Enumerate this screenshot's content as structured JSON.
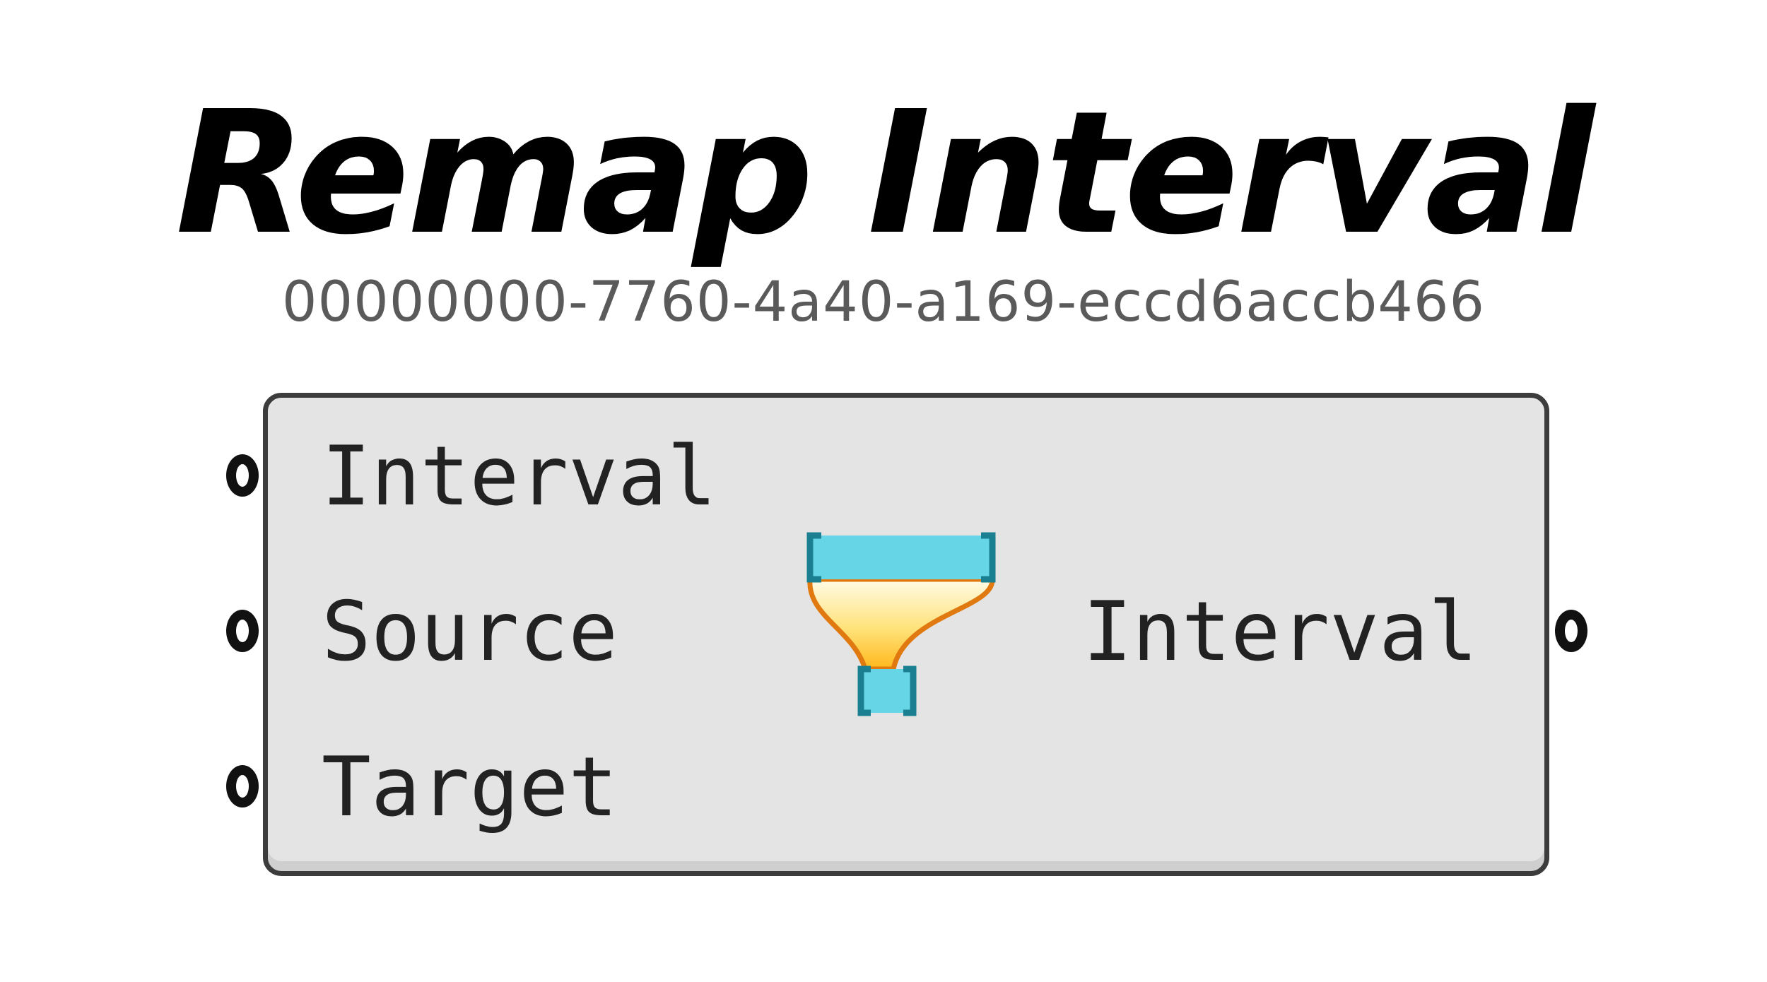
{
  "title": "Remap Interval",
  "guid": "00000000-7760-4a40-a169-eccd6accb466",
  "component": {
    "icon": "remap-funnel-icon",
    "inputs": [
      {
        "label": "Interval"
      },
      {
        "label": "Source"
      },
      {
        "label": "Target"
      }
    ],
    "outputs": [
      {
        "label": "Interval"
      }
    ]
  },
  "colors": {
    "panel_fill": "#e4e4e4",
    "panel_border": "#3c3c3c",
    "icon_cyan": "#66d6e6",
    "icon_orange": "#e07a10",
    "icon_yellow": "#ffd23c"
  }
}
